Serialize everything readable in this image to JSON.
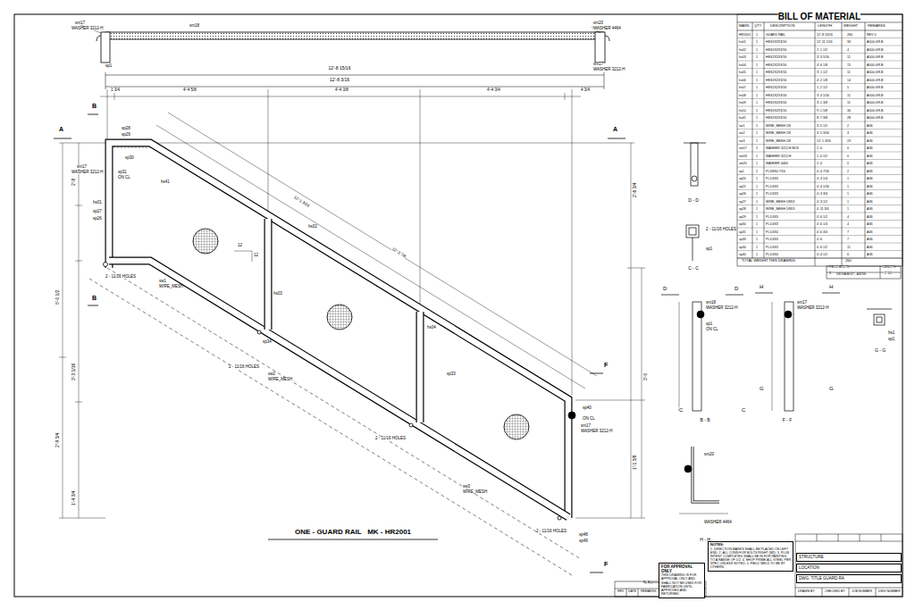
{
  "diagram": {
    "title": "ONE - GUARD RAIL   MK - HR2001",
    "nodes": [
      {
        "text": [
          "FOR APPROVAL ONLY",
          "THIS DRAWING IS FOR APPROVAL ONLY AND SHALL NOT BE USED FOR FABRICATION UNTIL APPROVED AND RETURNED"
        ]
      },
      {
        "text": [
          "NOTES:",
          "1. DIRECTION MARKS SHALL BE PLACED ON LEFT END. 2. ALL CONN FOR BOLTS RIGHT (M2). 3. PLUS INTENT COMPLETED SHALL BE IN FOR PAINTING TO A RANGE OF 1/2. 4. SHOP PRIME ALL STEEL PER SPEC UNLESS NOTED. 5. FIELD WELD TO BE BY OTHERS."
        ]
      },
      {
        "text": [
          "STRUCTURE"
        ]
      },
      {
        "text": [
          "LOCATION"
        ]
      },
      {
        "text": [
          "DWG. TITLE GUARD RA"
        ]
      }
    ],
    "labels": [
      "sm17",
      "WASHER 3212-H",
      "sm18",
      "sm20",
      "WASHER 4464",
      "sm17",
      "WASHER 3212-H",
      "sp1",
      "12'-8 15/16",
      "12'-8 3/16",
      "A",
      "A",
      "B",
      "B",
      "F",
      "F",
      "1 3/4",
      "4'-4 5/8",
      "4'-4 3/8",
      "4'-4 3/4",
      "4 3/4",
      "2'-8",
      "5'-0 1/2",
      "3'-3 1/16",
      "2'-9 3/4",
      "1'-4 3/4",
      "2'-6 3/4",
      "3'-0",
      "1'-1 3/8",
      "12'-1 3/16",
      "12'-3 7/8",
      "sp28",
      "sp29",
      "sp30",
      "sm17",
      "WASHER 3212-H",
      "sp31",
      "ON CL",
      "hs01",
      "sp27",
      "sp26",
      "hs41",
      "2 - 11/16 HOLES",
      "sw1",
      "WIRE_MESH",
      "sp34",
      "hs03",
      "2 - 11/16 HOLES",
      "sw2",
      "WIRE_MESH",
      "2 - 11/16 HOLES",
      "sw3",
      "WIRE_MESH",
      "2 - 11/16 HOLES",
      "sp40",
      "ON CL",
      "sm17",
      "WASHER 3212-H",
      "sp48",
      "sp49",
      "hs02",
      "hs04",
      "sp33",
      "12",
      "12",
      "D - D",
      "C - C",
      "B - B",
      "F - F",
      "H - H",
      "G - G",
      "D",
      "D",
      "H",
      "H",
      "C",
      "C",
      "G",
      "G",
      "sm18",
      "WASHER 3212-H",
      "sp1",
      "ON CL",
      "sm17",
      "WASHER 3212-H",
      "hs1",
      "sp1",
      "sm20",
      "WASHER 4464",
      "2 - 11/16 HOLES",
      "sp1",
      "TOTAL WEIGHT THIS DRAWING",
      "260",
      "FIELD BOLTS",
      "LENGTH",
      "8",
      "5/8 DIA BOLT - A325N",
      "2 1/4",
      "REV",
      "DATE",
      "REMARKS",
      "BY",
      "By Approver",
      "DRAWN BY",
      "CHECKED BY",
      "JOB NUMBER",
      "DWG NUMBER",
      "BILL OF MATERIAL",
      "MARK",
      "QTY",
      "DESCRIPTION",
      "LENGTH",
      "WEIGHT",
      "REMARKS",
      "HR2001",
      "1",
      "GUARD RAIL",
      "12'-8 15/16",
      "260",
      "REV 0",
      "hs01",
      "1",
      "HSS2X2X3/16",
      "12'-11 1/16",
      "33",
      "A500-GR.B",
      "hs02",
      "1",
      "HSS2X2X3/16",
      "1'-1 1/2",
      "4",
      "A500-GR.B",
      "hs03",
      "1",
      "HSS2X2X3/16",
      "3'-3 5/16",
      "11",
      "A500-GR.B",
      "hs04",
      "1",
      "HSS2X2X3/16",
      "4'-6 1/8",
      "15",
      "A500-GR.B",
      "hs05",
      "1",
      "HSS2X2X3/16",
      "3'-1 1/2",
      "11",
      "A500-GR.B",
      "hs06",
      "1",
      "HSS2X2X3/16",
      "4'-2 1/8",
      "14",
      "A500-GR.B",
      "hs07",
      "1",
      "HSS2X2X3/16",
      "1'-2 1/2",
      "5",
      "A500-GR.B",
      "hs08",
      "1",
      "HSS2X2X3/16",
      "3'-4 1/16",
      "11",
      "A500-GR.B",
      "hs09",
      "1",
      "HSS2X2X3/16",
      "3'-1 3/8",
      "11",
      "A500-GR.B",
      "hs10",
      "1",
      "HSS2X2X3/16",
      "9'-1 5/8",
      "30",
      "A500-GR.B",
      "hs41",
      "1",
      "HSS2X2X3/16",
      "8'-7 3/8",
      "28",
      "A500-GR.B",
      "sw1",
      "1",
      "WIRE_MESH 1/8",
      "3'-5 1/2",
      "2",
      "A36",
      "sw2",
      "1",
      "WIRE_MESH 1/8",
      "3'-5 3/16",
      "3",
      "A36",
      "sw3",
      "1",
      "WIRE_MESH 1/8",
      "12'-1 3/16",
      "23",
      "A36",
      "sm17",
      "2",
      "WASHER 3212-H BOX",
      "1'-0",
      "0",
      "A36",
      "sm18",
      "1",
      "WASHER 3212-H",
      "1'-0 1/2",
      "0",
      "A36",
      "sm20",
      "1",
      "WASHER 4464",
      "1'-0",
      "0",
      "A36",
      "sp1",
      "2",
      "PL3/8X4 7/16",
      "0'-4 7/16",
      "2",
      "A36",
      "sp20",
      "1",
      "PL1/4X3",
      "0'-3 1/4",
      "1",
      "A36",
      "sp21",
      "1",
      "PL1/4X3",
      "0'-4 1/16",
      "1",
      "A36",
      "sp26",
      "1",
      "PL1/4X3",
      "0'-3 3/4",
      "1",
      "A36",
      "sp27",
      "1",
      "WIRE_MESH 1/8X3",
      "0'-3 1/2",
      "1",
      "A36",
      "sp28",
      "1",
      "WIRE_MESH 1/8X3",
      "0'-11 3/4",
      "1",
      "A36",
      "sp29",
      "1",
      "PL1/4X3",
      "0'-6 1/2",
      "4",
      "A36",
      "sp30",
      "1",
      "PL1/4X3",
      "0'-6 1/4",
      "4",
      "A36",
      "sp31",
      "1",
      "PL1/4X4",
      "0'-6 3/4",
      "7",
      "A36",
      "sp33",
      "1",
      "PL1/4X3",
      "0'-6",
      "7",
      "A36",
      "sp34",
      "1",
      "PL1/4X3",
      "0'-6 1/2",
      "11",
      "A36",
      "sp40",
      "1",
      "PL1/4X4",
      "0'-4 1/2",
      "6",
      "A36"
    ]
  }
}
